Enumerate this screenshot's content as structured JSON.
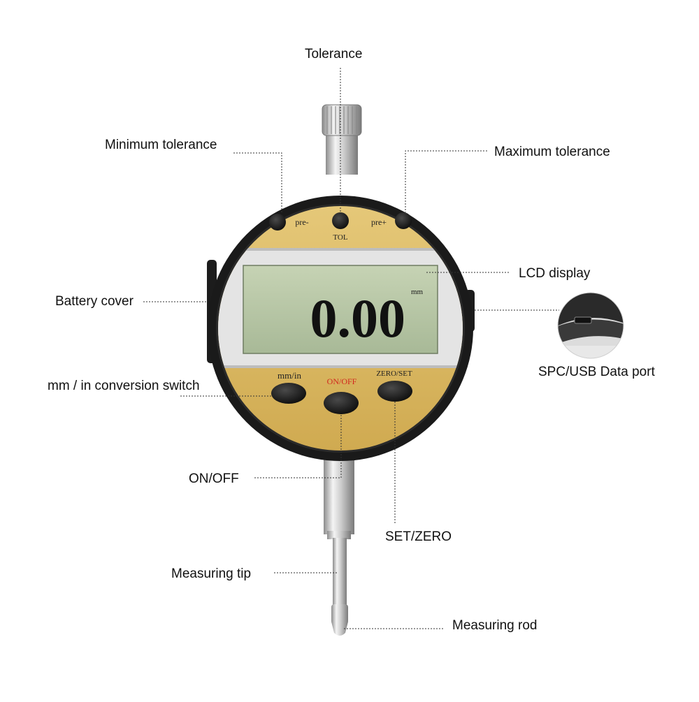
{
  "labels": {
    "tolerance": "Tolerance",
    "minimum_tolerance": "Minimum tolerance",
    "maximum_tolerance": "Maximum tolerance",
    "lcd_display": "LCD display",
    "battery_cover": "Battery cover",
    "data_port": "SPC/USB Data port",
    "unit_switch": "mm / in conversion switch",
    "on_off": "ON/OFF",
    "set_zero": "SET/ZERO",
    "measuring_tip": "Measuring tip",
    "measuring_rod": "Measuring rod"
  },
  "device": {
    "reading": "0.00",
    "unit": "mm",
    "btn_pre_minus": "pre-",
    "btn_tol": "TOL",
    "btn_pre_plus": "pre+",
    "btn_mm_in": "mm/in",
    "btn_on_off": "ON/OFF",
    "btn_zero_set": "ZERO/SET"
  },
  "colors": {
    "face_gold": "#d9b866",
    "bezel_black": "#1a1a1a",
    "lcd_green": "#b9c8a6",
    "on_off_red": "#d2281e"
  }
}
